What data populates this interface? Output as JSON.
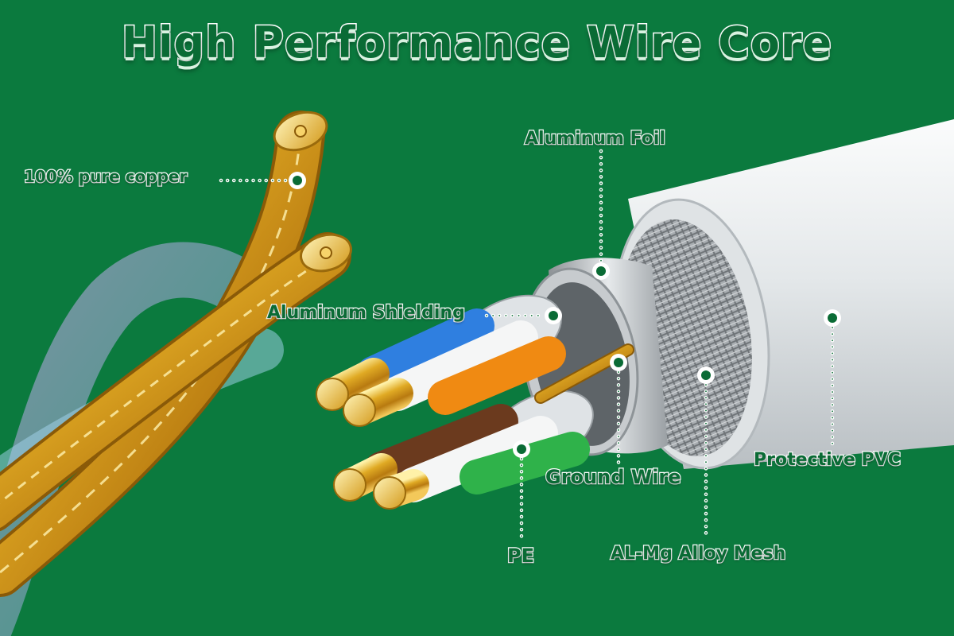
{
  "title": "High Performance Wire Core",
  "labels": {
    "copper": "100% pure copper",
    "foil": "Aluminum Foil",
    "shielding": "Aluminum Shielding",
    "ground": "Ground Wire",
    "pvc": "Protective PVC",
    "pe": "PE",
    "mesh": "AL-Mg Alloy Mesh"
  },
  "colors": {
    "background": "#0b7a3e",
    "label_text": "#0a6b35",
    "copper": "#d9a520",
    "jacket": "#e9ecee",
    "blue_wire": "#2f7fe0",
    "orange_wire": "#f08a12",
    "brown_wire": "#6b3a1e",
    "green_wire": "#2fb24a"
  },
  "icons": {
    "callout_marker": "ring-dot-icon"
  }
}
